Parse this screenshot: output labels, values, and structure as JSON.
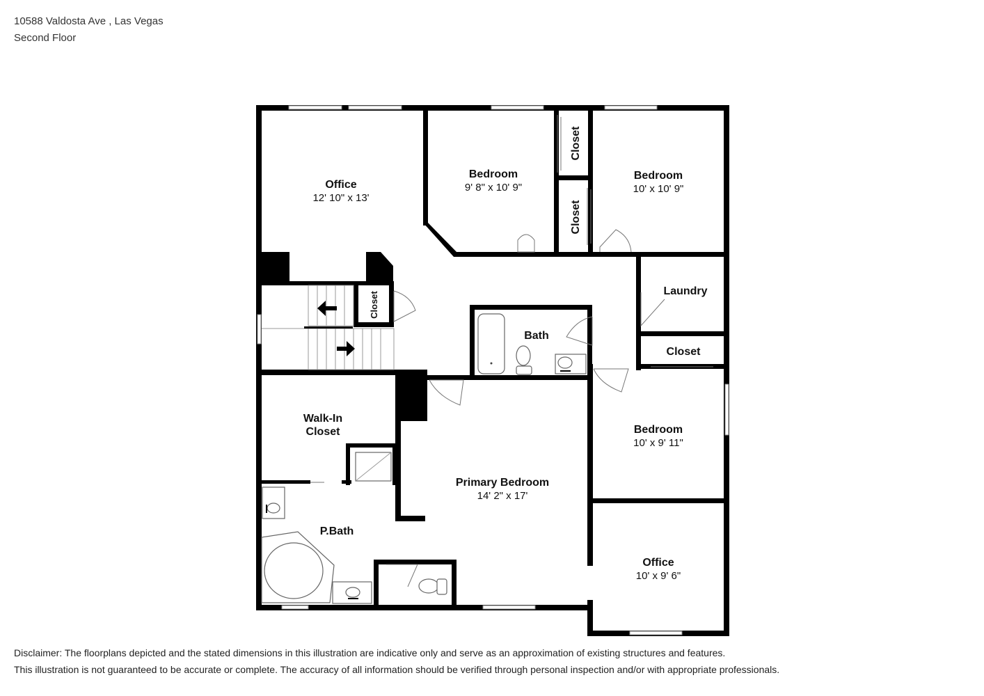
{
  "header": {
    "address": "10588 Valdosta Ave , Las Vegas",
    "floor": "Second Floor"
  },
  "rooms": {
    "office_top": {
      "name": "Office",
      "dims": "12' 10\" x 13'"
    },
    "bedroom_a": {
      "name": "Bedroom",
      "dims": "9' 8\" x 10' 9\""
    },
    "closet_a": {
      "name": "Closet"
    },
    "closet_b": {
      "name": "Closet"
    },
    "bedroom_b": {
      "name": "Bedroom",
      "dims": "10' x 10' 9\""
    },
    "stair_closet": {
      "name": "Closet"
    },
    "laundry": {
      "name": "Laundry"
    },
    "bath": {
      "name": "Bath"
    },
    "hall_closet": {
      "name": "Closet"
    },
    "walkin": {
      "name_line1": "Walk-In",
      "name_line2": "Closet"
    },
    "primary": {
      "name": "Primary Bedroom",
      "dims": "14' 2\" x 17'"
    },
    "bedroom_c": {
      "name": "Bedroom",
      "dims": "10' x 9' 11\""
    },
    "pbath": {
      "name": "P.Bath"
    },
    "office_bottom": {
      "name": "Office",
      "dims": "10' x 9' 6\""
    }
  },
  "disclaimer": {
    "line1": "Disclaimer: The floorplans depicted and the stated dimensions in this illustration are indicative only and serve as an approximation of existing structures and features.",
    "line2": "This illustration is not guaranteed to be accurate or complete. The accuracy of all information should be verified through personal inspection and/or with appropriate professionals."
  },
  "colors": {
    "wall": "#000000",
    "window": "#ffffff",
    "background": "#ffffff"
  }
}
